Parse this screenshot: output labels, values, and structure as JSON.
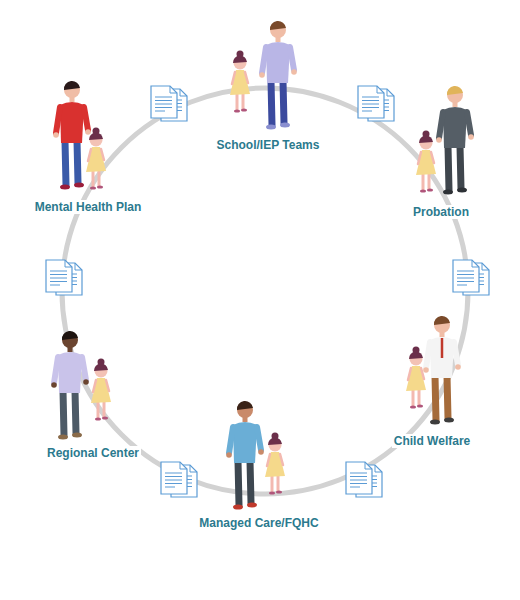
{
  "diagram": {
    "labels": [
      "School/IEP Teams",
      "Mental Health Plan",
      "Probation",
      "Child Welfare",
      "Regional Center",
      "Managed Care/FQHC"
    ]
  }
}
